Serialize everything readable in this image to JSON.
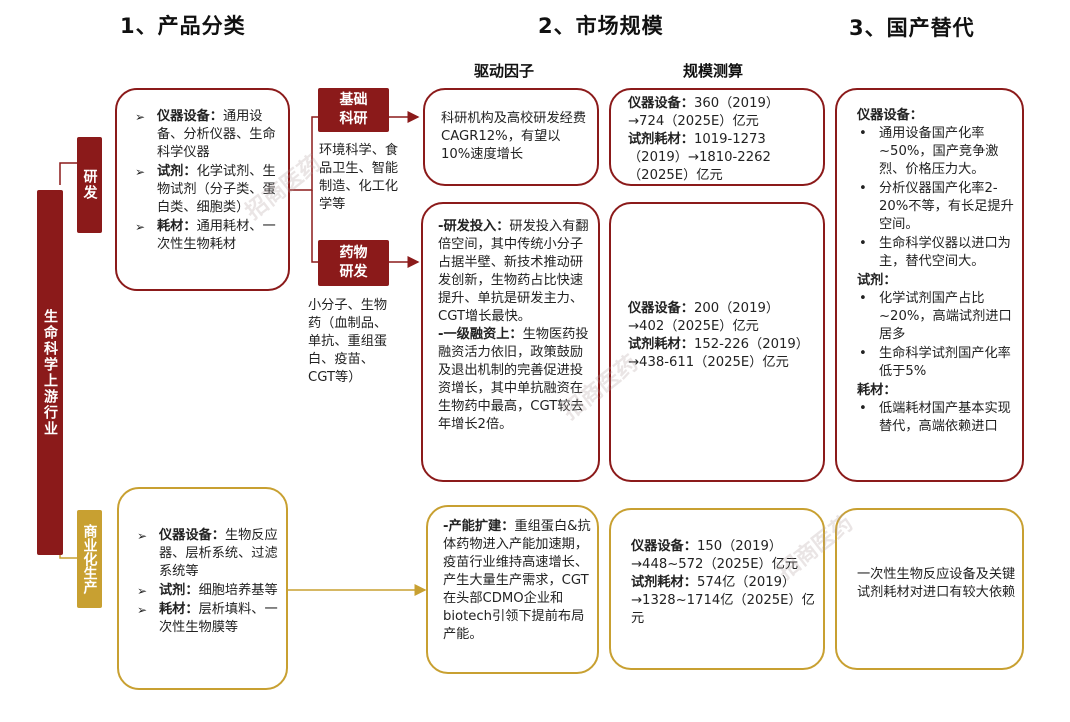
{
  "titles": {
    "s1": "1、产品分类",
    "s2": "2、市场规模",
    "s3": "3、国产替代"
  },
  "column_heads": {
    "drivers": "驱动因子",
    "estimate": "规模测算"
  },
  "left_bar": "生命科学上游行业",
  "rd": {
    "label": "研发",
    "items": [
      {
        "key": "仪器设备：",
        "text": "通用设备、分析仪器、生命科学仪器"
      },
      {
        "key": "试剂：",
        "text": "化学试剂、生物试剂（分子类、蛋白类、细胞类）"
      },
      {
        "key": "耗材：",
        "text": "通用耗材、一次性生物耗材"
      }
    ],
    "basic": {
      "label": "基础科研",
      "desc": "环境科学、食品卫生、智能制造、化工化学等",
      "driver": "科研机构及高校研发经费CAGR12%，有望以10%速度增长",
      "estimate": [
        {
          "key": "仪器设备：",
          "text": "360（2019）→724（2025E）亿元"
        },
        {
          "key": "试剂耗材：",
          "text": "1019-1273（2019）→1810-2262（2025E）亿元"
        }
      ]
    },
    "drug": {
      "label": "药物研发",
      "desc": "小分子、生物药（血制品、单抗、重组蛋白、疫苗、CGT等）",
      "driver": [
        {
          "key": "-研发投入：",
          "text": "研发投入有翻倍空间，其中传统小分子占据半壁、新技术推动研发创新，生物药占比快速提升、单抗是研发主力、CGT增长最快。"
        },
        {
          "key": "-一级融资上：",
          "text": "生物医药投融资活力依旧，政策鼓励及退出机制的完善促进投资增长，其中单抗融资在生物药中最高，CGT较去年增长2倍。"
        }
      ],
      "estimate": [
        {
          "key": "仪器设备：",
          "text": "200（2019）→402（2025E）亿元"
        },
        {
          "key": "试剂耗材：",
          "text": "152-226（2019）→438-611（2025E）亿元"
        }
      ]
    }
  },
  "commercial": {
    "label": "商业化生产",
    "items": [
      {
        "key": "仪器设备：",
        "text": "生物反应器、层析系统、过滤系统等"
      },
      {
        "key": "试剂：",
        "text": "细胞培养基等"
      },
      {
        "key": "耗材：",
        "text": "层析填料、一次性生物膜等"
      }
    ],
    "driver": {
      "key": "-产能扩建：",
      "text": "重组蛋白&抗体药物进入产能加速期，疫苗行业维持高速增长、产生大量生产需求，CGT在头部CDMO企业和biotech引领下提前布局产能。"
    },
    "estimate": [
      {
        "key": "仪器设备：",
        "text": "150（2019）→448~572（2025E）亿元"
      },
      {
        "key": "试剂耗材：",
        "text": "574亿（2019）→1328~1714亿（2025E）亿元"
      }
    ],
    "substitution": "一次性生物反应设备及关键试剂耗材对进口有较大依赖"
  },
  "substitution_rd": [
    {
      "head": "仪器设备：",
      "points": [
        "通用设备国产化率~50%，国产竞争激烈、价格压力大。",
        "分析仪器国产化率2-20%不等，有长足提升空间。",
        "生命科学仪器以进口为主，替代空间大。"
      ]
    },
    {
      "head": "试剂：",
      "points": [
        "化学试剂国产占比~20%，高端试剂进口居多",
        "生命科学试剂国产化率低于5%"
      ]
    },
    {
      "head": "耗材：",
      "points": [
        "低端耗材国产基本实现替代，高端依赖进口"
      ]
    }
  ],
  "watermark": "招商医药",
  "colors": {
    "red": "#8b1a1a",
    "gold": "#c8a031"
  },
  "icons": {
    "bullet_arrow": "arrow-bullet-icon",
    "bullet_dot": "dot-bullet-icon"
  }
}
